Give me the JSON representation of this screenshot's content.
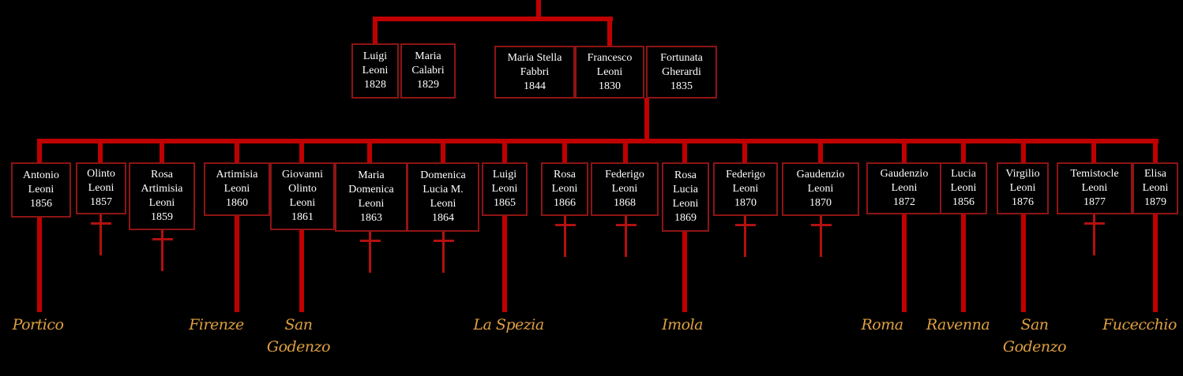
{
  "colors": {
    "line": "#c00000",
    "box_border": "#8f1414",
    "text": "#ffffff",
    "place": "#e0a040"
  },
  "parents": [
    {
      "label": "Luigi\nLeoni\n1828"
    },
    {
      "label": "Maria\nCalabri\n1829"
    },
    {
      "label": "Maria Stella\nFabbri\n1844"
    },
    {
      "label": "Francesco\nLeoni\n1830"
    },
    {
      "label": "Fortunata\nGherardi\n1835"
    }
  ],
  "children": [
    {
      "label": "Antonio\nLeoni\n1856",
      "deceased": false,
      "place": "Portico"
    },
    {
      "label": "Olinto\nLeoni\n1857",
      "deceased": true,
      "place": ""
    },
    {
      "label": "Rosa\nArtimisia\nLeoni\n1859",
      "deceased": true,
      "place": ""
    },
    {
      "label": "Artimisia\nLeoni\n1860",
      "deceased": false,
      "place": "Firenze"
    },
    {
      "label": "Giovanni\nOlinto\nLeoni\n1861",
      "deceased": false,
      "place": "San\nGodenzo"
    },
    {
      "label": "Maria\nDomenica\nLeoni\n1863",
      "deceased": true,
      "place": ""
    },
    {
      "label": "Domenica\nLucia M.\nLeoni\n1864",
      "deceased": true,
      "place": ""
    },
    {
      "label": "Luigi\nLeoni\n1865",
      "deceased": false,
      "place": "La Spezia"
    },
    {
      "label": "Rosa\nLeoni\n1866",
      "deceased": true,
      "place": ""
    },
    {
      "label": "Federigo\nLeoni\n1868",
      "deceased": true,
      "place": ""
    },
    {
      "label": "Rosa\nLucia\nLeoni\n1869",
      "deceased": false,
      "place": "Imola"
    },
    {
      "label": "Federigo\nLeoni\n1870",
      "deceased": true,
      "place": ""
    },
    {
      "label": "Gaudenzio\nLeoni\n1870",
      "deceased": true,
      "place": ""
    },
    {
      "label": "Gaudenzio\nLeoni\n1872",
      "deceased": false,
      "place": "Roma"
    },
    {
      "label": "Lucia\nLeoni\n1856",
      "deceased": false,
      "place": "Ravenna"
    },
    {
      "label": "Virgilio\nLeoni\n1876",
      "deceased": false,
      "place": "San\nGodenzo"
    },
    {
      "label": "Temistocle\nLeoni\n1877",
      "deceased": true,
      "place": ""
    },
    {
      "label": "Elisa\nLeoni\n1879",
      "deceased": false,
      "place": "Fucecchio"
    }
  ]
}
